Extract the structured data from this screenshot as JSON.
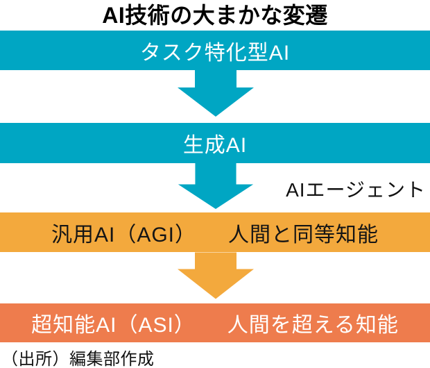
{
  "title": "AI技術の大まかな変遷",
  "source": "（出所）編集部作成",
  "colors": {
    "teal": "#00a6c3",
    "orange": "#f3a93d",
    "coral": "#ee7c4d",
    "title_text": "#000000",
    "bar_light_text": "#ffffff",
    "bar_dark_text": "#151515"
  },
  "flow": {
    "stages": [
      {
        "label": "タスク特化型AI",
        "note": "",
        "color": "#00a6c3"
      },
      {
        "label": "生成AI",
        "note": "",
        "color": "#00a6c3"
      },
      {
        "label": "汎用AI（AGI）",
        "note": "人間と同等知能",
        "color": "#f3a93d"
      },
      {
        "label": "超知能AI（ASI）",
        "note": "人間を超える知能",
        "color": "#ee7c4d"
      }
    ],
    "arrows": [
      {
        "color": "#00a6c3",
        "label": ""
      },
      {
        "color": "#00a6c3",
        "label": "AIエージェント"
      },
      {
        "color": "#f3a93d",
        "label": ""
      }
    ]
  }
}
